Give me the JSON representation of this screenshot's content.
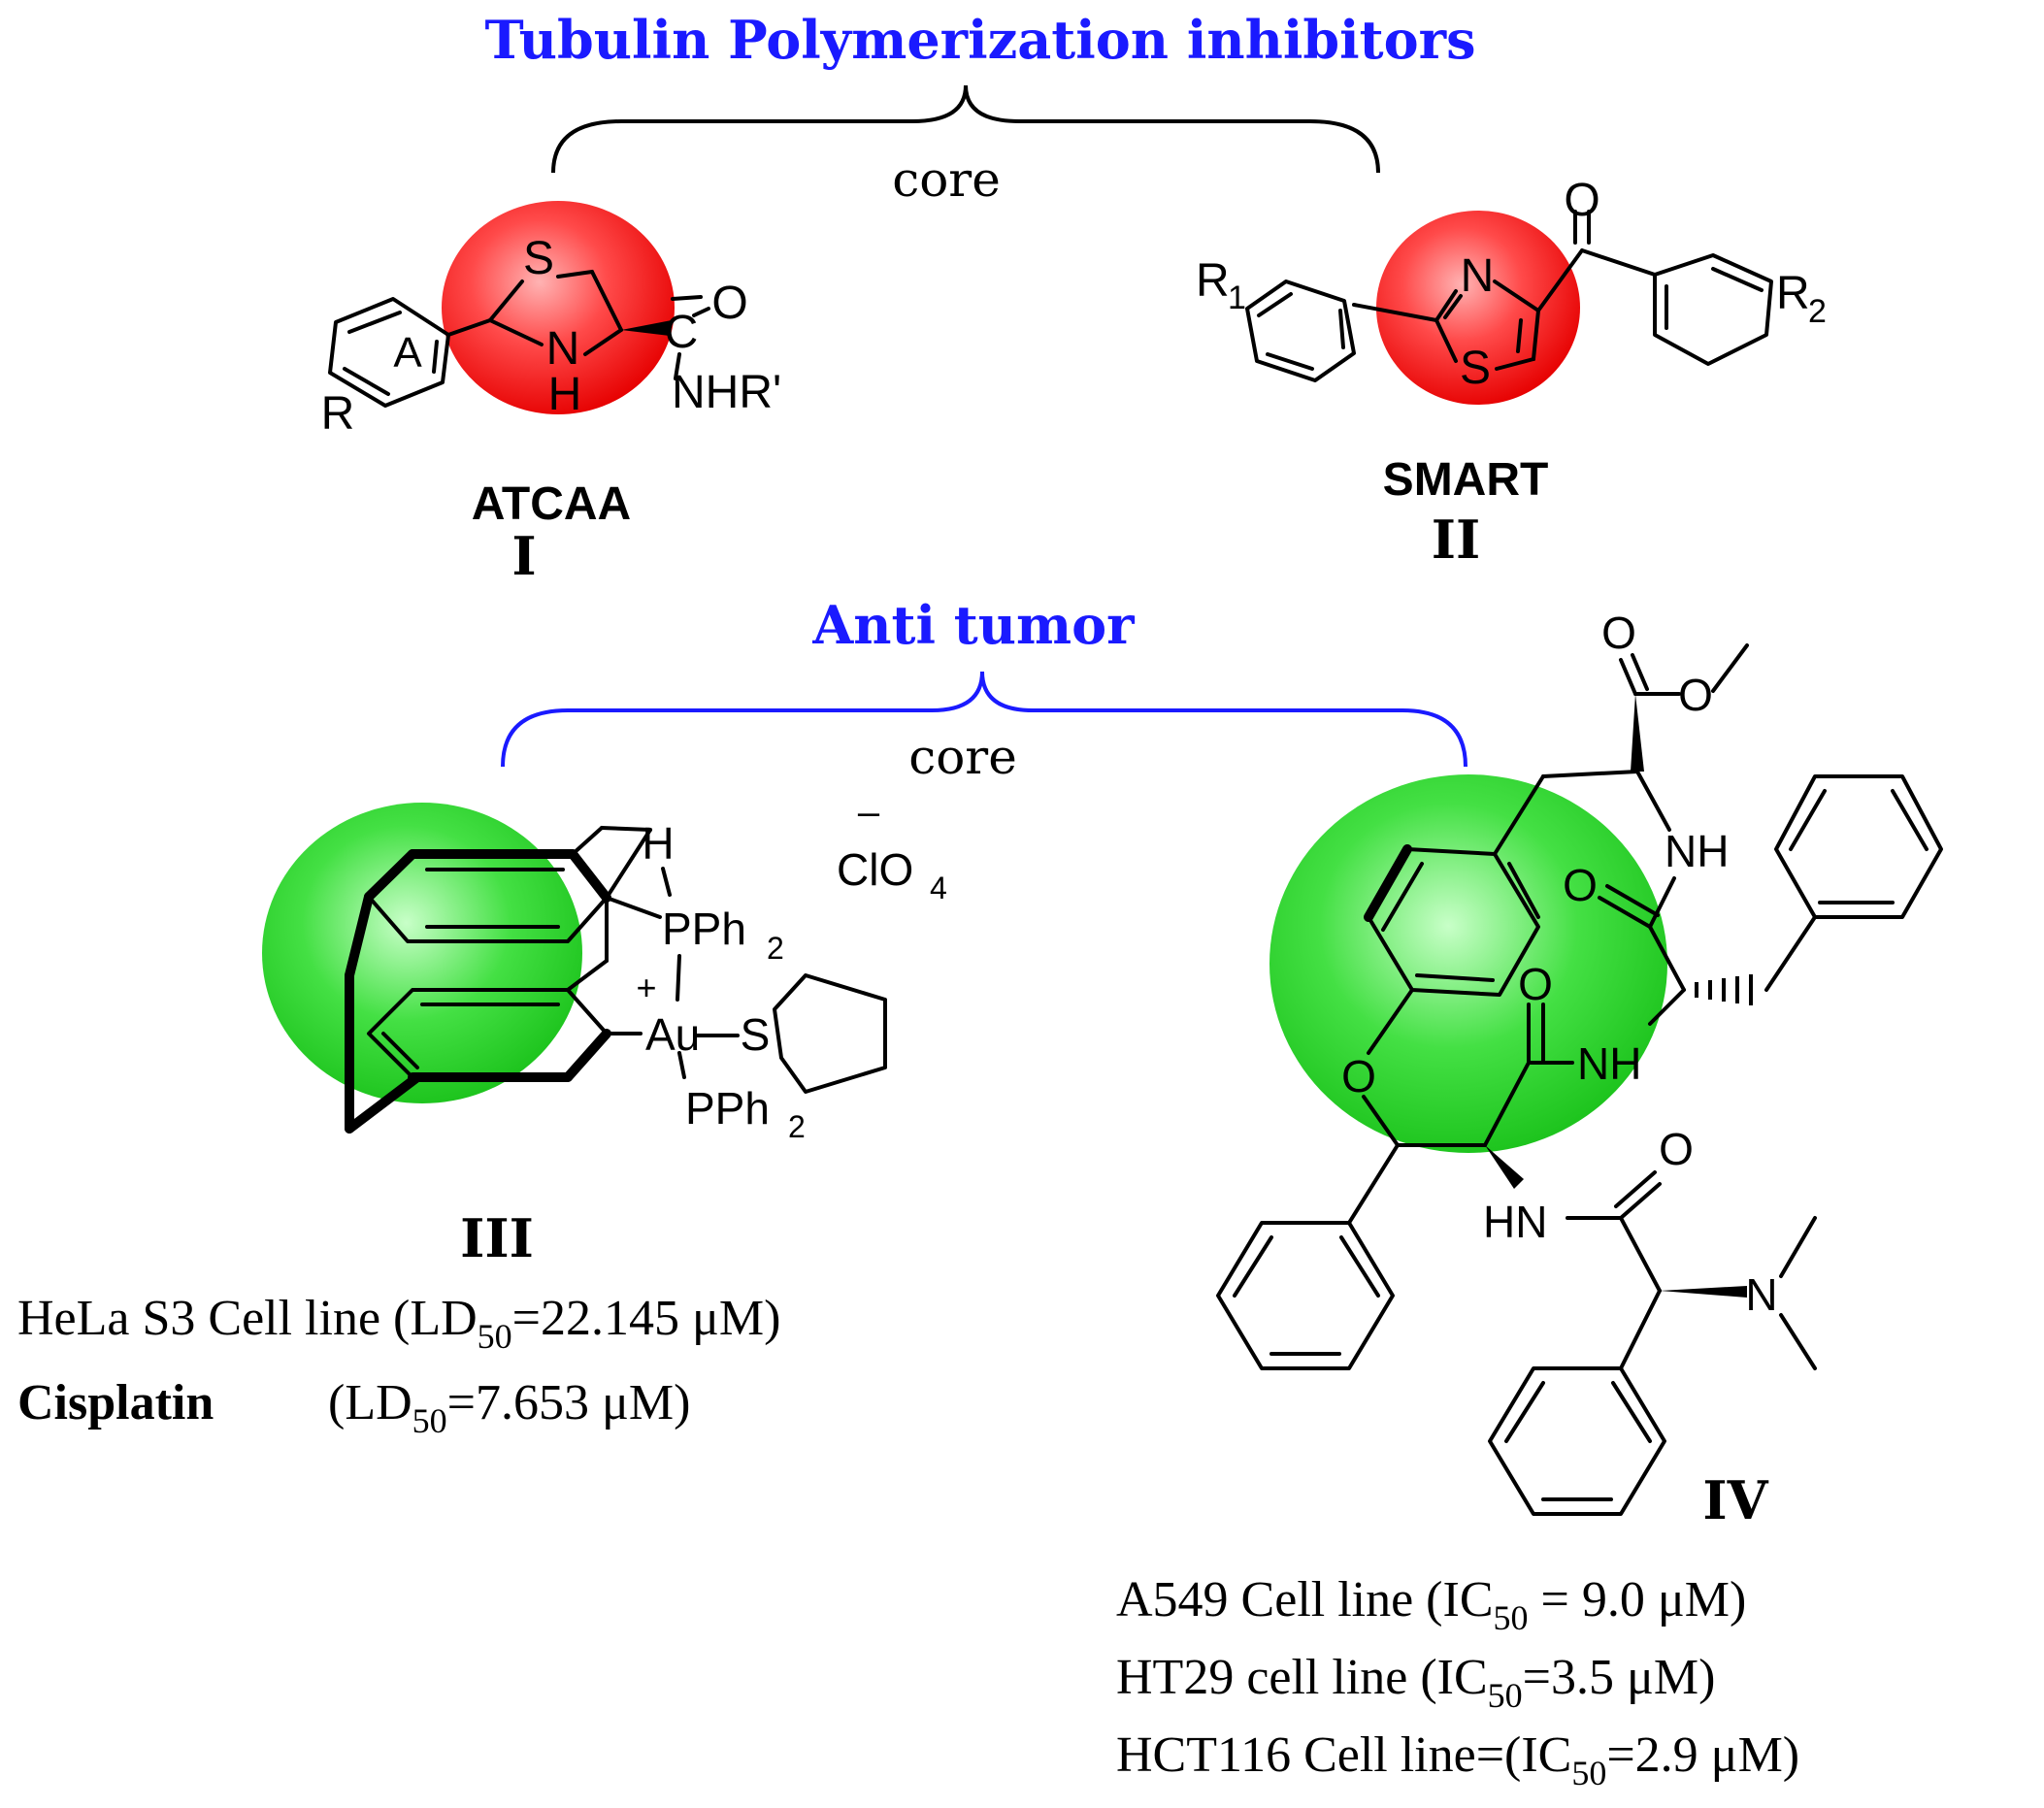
{
  "section_tubulin": {
    "title": "Tubulin Polymerization inhibitors",
    "core_label": "core"
  },
  "compound_I": {
    "name": "ATCAA",
    "numeral": "I",
    "atoms": {
      "s": "S",
      "n": "N",
      "h": "H",
      "ring": "A",
      "r": "R",
      "c": "C",
      "o": "O",
      "nhr": "NHR'"
    }
  },
  "compound_II": {
    "name": "SMART",
    "numeral": "II",
    "atoms": {
      "r1": "R",
      "r1_sub": "1",
      "n": "N",
      "s": "S",
      "o": "O",
      "r2": "R",
      "r2_sub": "2"
    }
  },
  "section_antitumor": {
    "title": "Anti tumor",
    "core_label": "core"
  },
  "compound_III": {
    "numeral": "III",
    "atoms": {
      "h": "H",
      "pph2_top": "PPh",
      "pph2_top_sub": "2",
      "plus": "+",
      "au": "Au",
      "s": "S",
      "pph2_bot": "PPh",
      "pph2_bot_sub": "2",
      "minus": "–",
      "clo4": "ClO",
      "clo4_sub": "4"
    },
    "activity": [
      {
        "label": "HeLa S3 Cell line (LD",
        "sub": "50",
        "value": "=22.145 μM)"
      },
      {
        "label": "Cisplatin",
        "paren": "(LD",
        "sub": "50",
        "value": "=7.653 μM)"
      }
    ]
  },
  "compound_IV": {
    "numeral": "IV",
    "atoms": {
      "o_ester": "O",
      "o_me": "O",
      "nh1": "NH",
      "o_amide1": "O",
      "nh2": "NH",
      "o_amide2": "O",
      "o_ether": "O",
      "hn": "HN",
      "o_amide3": "O",
      "n_me2": "N"
    },
    "activity": [
      {
        "label": "A549 Cell line (IC",
        "sub": "50",
        "value": " = 9.0 μM)"
      },
      {
        "label": "HT29 cell line (IC",
        "sub": "50",
        "value": "=3.5 μM)"
      },
      {
        "label": "HCT116 Cell line=(IC",
        "sub": "50",
        "value": "=2.9 μM)"
      }
    ]
  },
  "colors": {
    "header_blue": "#1a1aff",
    "core_red": "#ff0000",
    "core_green": "#22dd22"
  }
}
